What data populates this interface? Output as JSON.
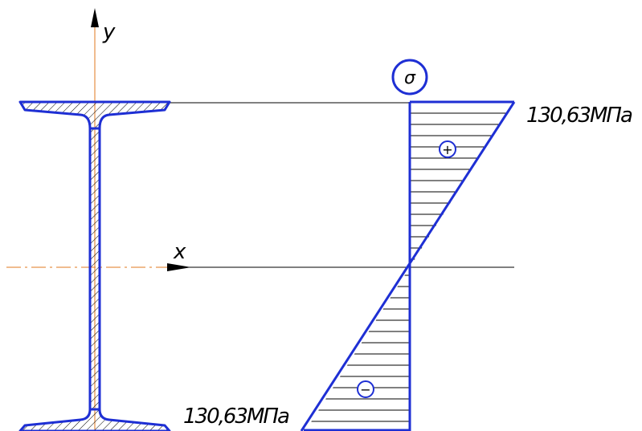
{
  "axes": {
    "y_label": "y",
    "x_label": "x"
  },
  "stress_diagram": {
    "symbol": "σ",
    "top_value_label": "130,63МПа",
    "bottom_value_label": "130,63МПа",
    "top_sign": "+",
    "bottom_sign": "−"
  },
  "colors": {
    "profile": "#1e2fd4",
    "axis": "#e07a1f",
    "line": "#000000"
  }
}
